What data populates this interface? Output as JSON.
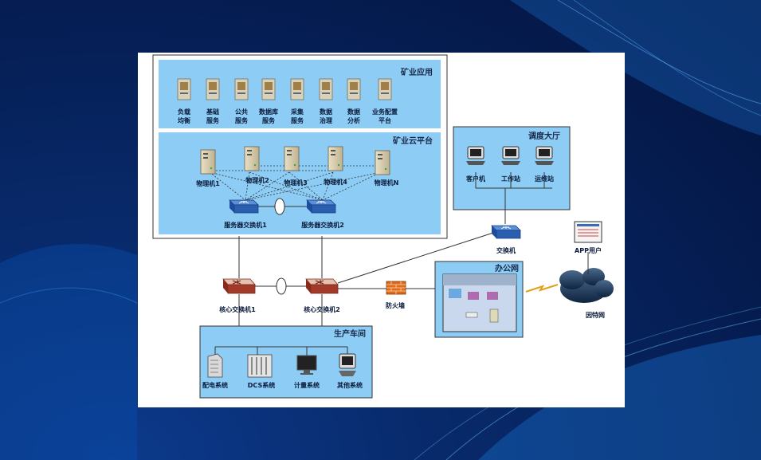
{
  "sections": {
    "mine_apps": "矿业应用",
    "cloud": "矿业云平台",
    "dispatch": "调度大厅",
    "office": "办公网",
    "production": "生产车间"
  },
  "apps": [
    [
      "负载",
      "均衡"
    ],
    [
      "基础",
      "服务"
    ],
    [
      "公共",
      "服务"
    ],
    [
      "数据库",
      "服务"
    ],
    [
      "采集",
      "服务"
    ],
    [
      "数据",
      "治理"
    ],
    [
      "数据",
      "分析"
    ],
    [
      "业务配置",
      "平台"
    ]
  ],
  "servers": [
    "物理机1",
    "物理机2",
    "物理机3",
    "物理机4",
    "物理机N"
  ],
  "server_switches": [
    "服务器交换机1",
    "服务器交换机2"
  ],
  "core_switches": [
    "核心交换机1",
    "核心交换机2"
  ],
  "dispatch_terminals": [
    "客户机",
    "工作站",
    "运维站"
  ],
  "dispatch_switch": "交换机",
  "firewall": "防火墙",
  "app_user": "APP用户",
  "internet": "因特网",
  "production_systems": [
    "配电系统",
    "DCS系统",
    "计量系统",
    "其他系统"
  ],
  "colors": {
    "section_fill": "#8dcdf5",
    "panel_fill": "#ffffff",
    "switch_blue": "#2a5fb0",
    "core_red": "#a23a2a"
  }
}
